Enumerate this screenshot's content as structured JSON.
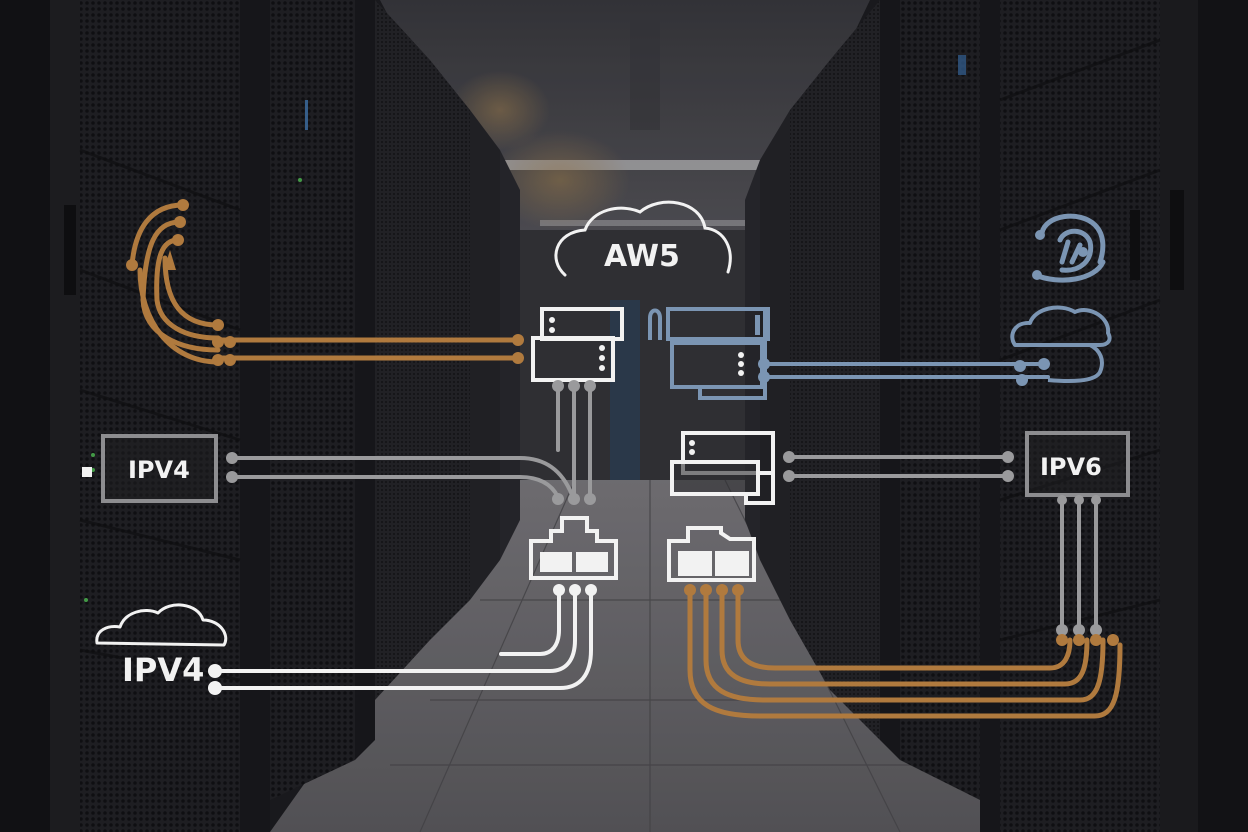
{
  "scene": {
    "description": "Data center server aisle with overlaid network topology diagram",
    "colors": {
      "orange": "#b07a3e",
      "blue": "#7b95b3",
      "white": "#f2f2f2",
      "gray": "#9a9a9c",
      "floor": "#6d6b6e",
      "rack": "#1c1c20"
    }
  },
  "nodes": {
    "cloud_top": {
      "label": "AW5",
      "icon": "cloud-icon"
    },
    "ipv4_box": {
      "label": "IPV4",
      "icon": "box-outline"
    },
    "ipv6_box": {
      "label": "IPV6",
      "icon": "box-outline"
    },
    "cloud_bottom_left": {
      "label": "IPV4",
      "icon": "cloud-icon"
    },
    "server_white": {
      "icon": "server-stack-icon"
    },
    "server_blue": {
      "icon": "server-stack-icon"
    },
    "server_right_mid": {
      "icon": "server-stack-icon"
    },
    "switch_left": {
      "icon": "network-switch-icon"
    },
    "switch_right": {
      "icon": "network-switch-icon"
    },
    "headset_blue": {
      "icon": "headset-icon"
    },
    "cloud_blue": {
      "icon": "cloud-icon"
    },
    "cable_orange_left": {
      "icon": "cable-bundle-icon"
    }
  }
}
